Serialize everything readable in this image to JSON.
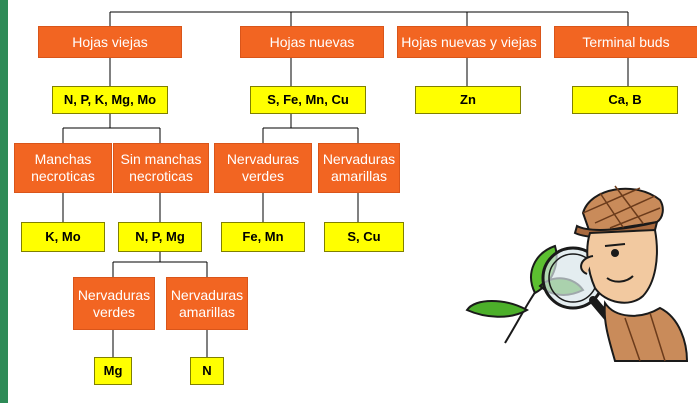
{
  "nodes": {
    "hojas_viejas": "Hojas viejas",
    "hojas_nuevas": "Hojas nuevas",
    "hojas_nuevas_viejas": "Hojas nuevas y viejas",
    "terminal_buds": "Terminal buds",
    "nutrients_viejas": "N, P, K, Mg, Mo",
    "nutrients_nuevas": "S, Fe, Mn, Cu",
    "nutrients_nuevas_viejas": "Zn",
    "nutrients_terminal": "Ca, B",
    "manchas_necroticas": "Manchas\nnecroticas",
    "sin_manchas_necroticas": "Sin manchas\nnecroticas",
    "nervaduras_verdes_1": "Nervaduras\nverdes",
    "nervaduras_amarillas_1": "Nervaduras\namarillas",
    "k_mo": "K, Mo",
    "n_p_mg": "N, P, Mg",
    "fe_mn": "Fe, Mn",
    "s_cu": "S, Cu",
    "nervaduras_verdes_2": "Nervaduras\nverdes",
    "nervaduras_amarillas_2": "Nervaduras\namarillas",
    "mg": "Mg",
    "n": "N"
  },
  "colors": {
    "orange_box": "#f26522",
    "yellow_box": "#ffff00",
    "left_bar": "#2e8b57",
    "connector": "#000000"
  }
}
